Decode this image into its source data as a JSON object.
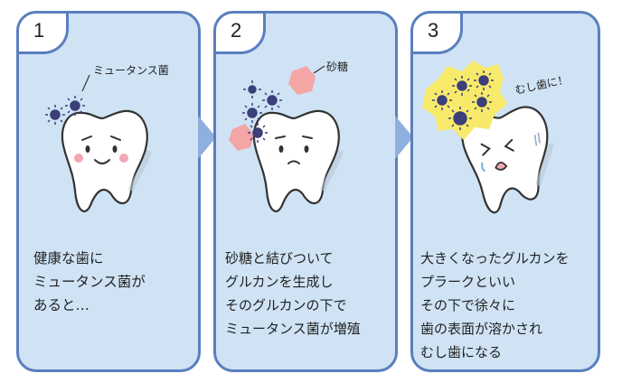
{
  "panels": [
    {
      "number": "1",
      "label": "ミュータンス菌",
      "caption": "健康な歯に\nミュータンス菌が\nあると…"
    },
    {
      "number": "2",
      "label": "砂糖",
      "caption": "砂糖と結びついて\nグルカンを生成し\nそのグルカンの下で\nミュータンス菌が増殖"
    },
    {
      "number": "3",
      "label": "むし歯に！",
      "caption": "大きくなったグルカンを\nプラークといい\nその下で徐々に\n歯の表面が溶かされ\nむし歯になる"
    }
  ],
  "colors": {
    "panel_fill": "#cfe3f5",
    "panel_border": "#5a7fbf",
    "arrow": "#8fb0de",
    "bacteria": "#3b3f7a",
    "sugar": "#f4a6a6",
    "glucan": "#f7ea6a"
  },
  "icons": [
    "tooth-icon",
    "bacteria-icon",
    "sugar-cube-icon",
    "arrow-right-icon"
  ]
}
